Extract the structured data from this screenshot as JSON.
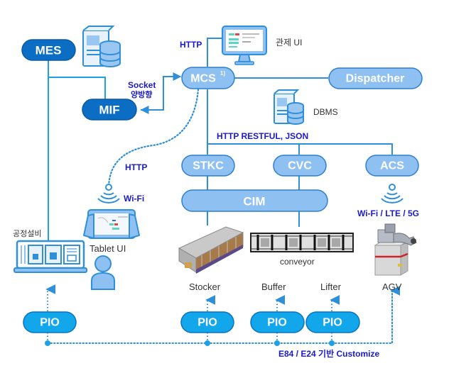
{
  "colors": {
    "dark_node": "#0b6ec4",
    "dark_node_border": "#0a5aa3",
    "light_node": "#8fc0f2",
    "light_node_border": "#2e7fd0",
    "pio_node": "#12a6ea",
    "pio_node_border": "#0d72c0",
    "line": "#2f8fd8",
    "mes_line": "#1ea0e6",
    "label_blue": "#1a1ad0",
    "label_dark": "#333333"
  },
  "nodes": {
    "mes": "MES",
    "mif": "MIF",
    "mcs": "MCS",
    "mcs_superscript": "1)",
    "dispatcher": "Dispatcher",
    "stkc": "STKC",
    "cvc": "CVC",
    "acs": "ACS",
    "cim": "CIM",
    "pio": [
      "PIO",
      "PIO",
      "PIO",
      "PIO"
    ]
  },
  "labels": {
    "http_top": "HTTP",
    "control_ui": "관제 UI",
    "socket_line1": "Socket",
    "socket_line2": "양방향",
    "dbms": "DBMS",
    "http_restful": "HTTP RESTFUL, JSON",
    "http_tablet": "HTTP",
    "wifi_tablet": "Wi-Fi",
    "wifi_agv": "Wi-Fi / LTE / 5G",
    "process_equipment": "공정설비",
    "tablet_ui": "Tablet UI",
    "conveyor": "conveyor",
    "stocker": "Stocker",
    "buffer": "Buffer",
    "lifter": "Lifter",
    "agv": "AGV",
    "e84": "E84 / E24 기반 Customize"
  },
  "icons": {
    "mes_server": "server-database-icon",
    "dbms_server": "server-database-icon",
    "monitor": "monitor-icon",
    "tablet": "tablet-hands-icon",
    "user": "user-icon",
    "wifi": "wifi-icon",
    "equipment": "machine-icon",
    "stocker": "stocker-image",
    "conveyor": "conveyor-image",
    "agv": "agv-robot-image"
  }
}
